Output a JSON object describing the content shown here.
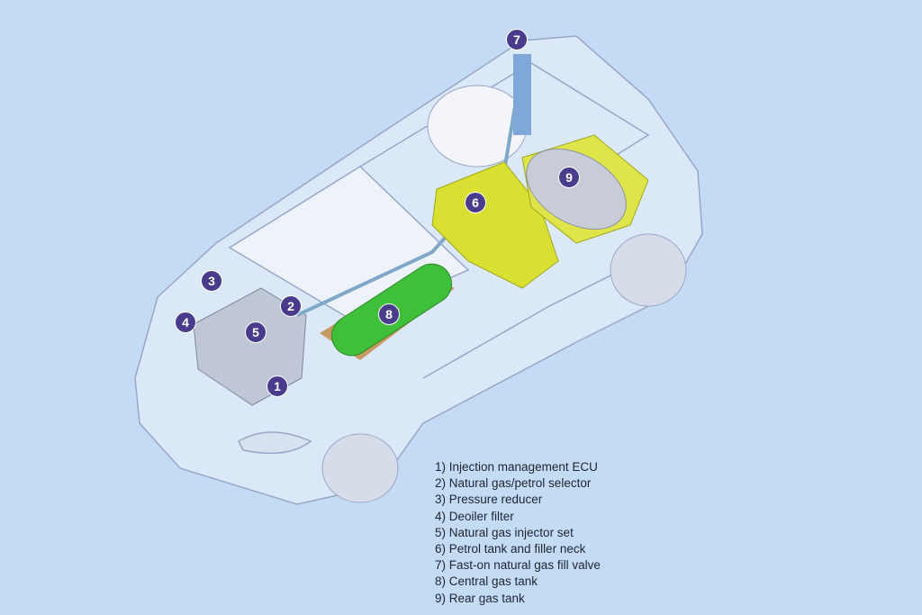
{
  "badges": [
    "1",
    "2",
    "3",
    "4",
    "5",
    "6",
    "7",
    "8",
    "9"
  ],
  "legend": [
    "1) Injection management ECU",
    "2) Natural gas/petrol selector",
    "3) Pressure reducer",
    "4) Deoiler filter",
    "5) Natural gas injector set",
    "6) Petrol tank and filler neck",
    "7) Fast-on natural gas fill valve",
    "8) Central gas tank",
    "9) Rear gas tank"
  ],
  "colors": {
    "background": "#c4dbf4",
    "badge": "#4b3b8c",
    "gas_tank": "#3fbf3a",
    "petrol_tank": "#d9e032"
  }
}
